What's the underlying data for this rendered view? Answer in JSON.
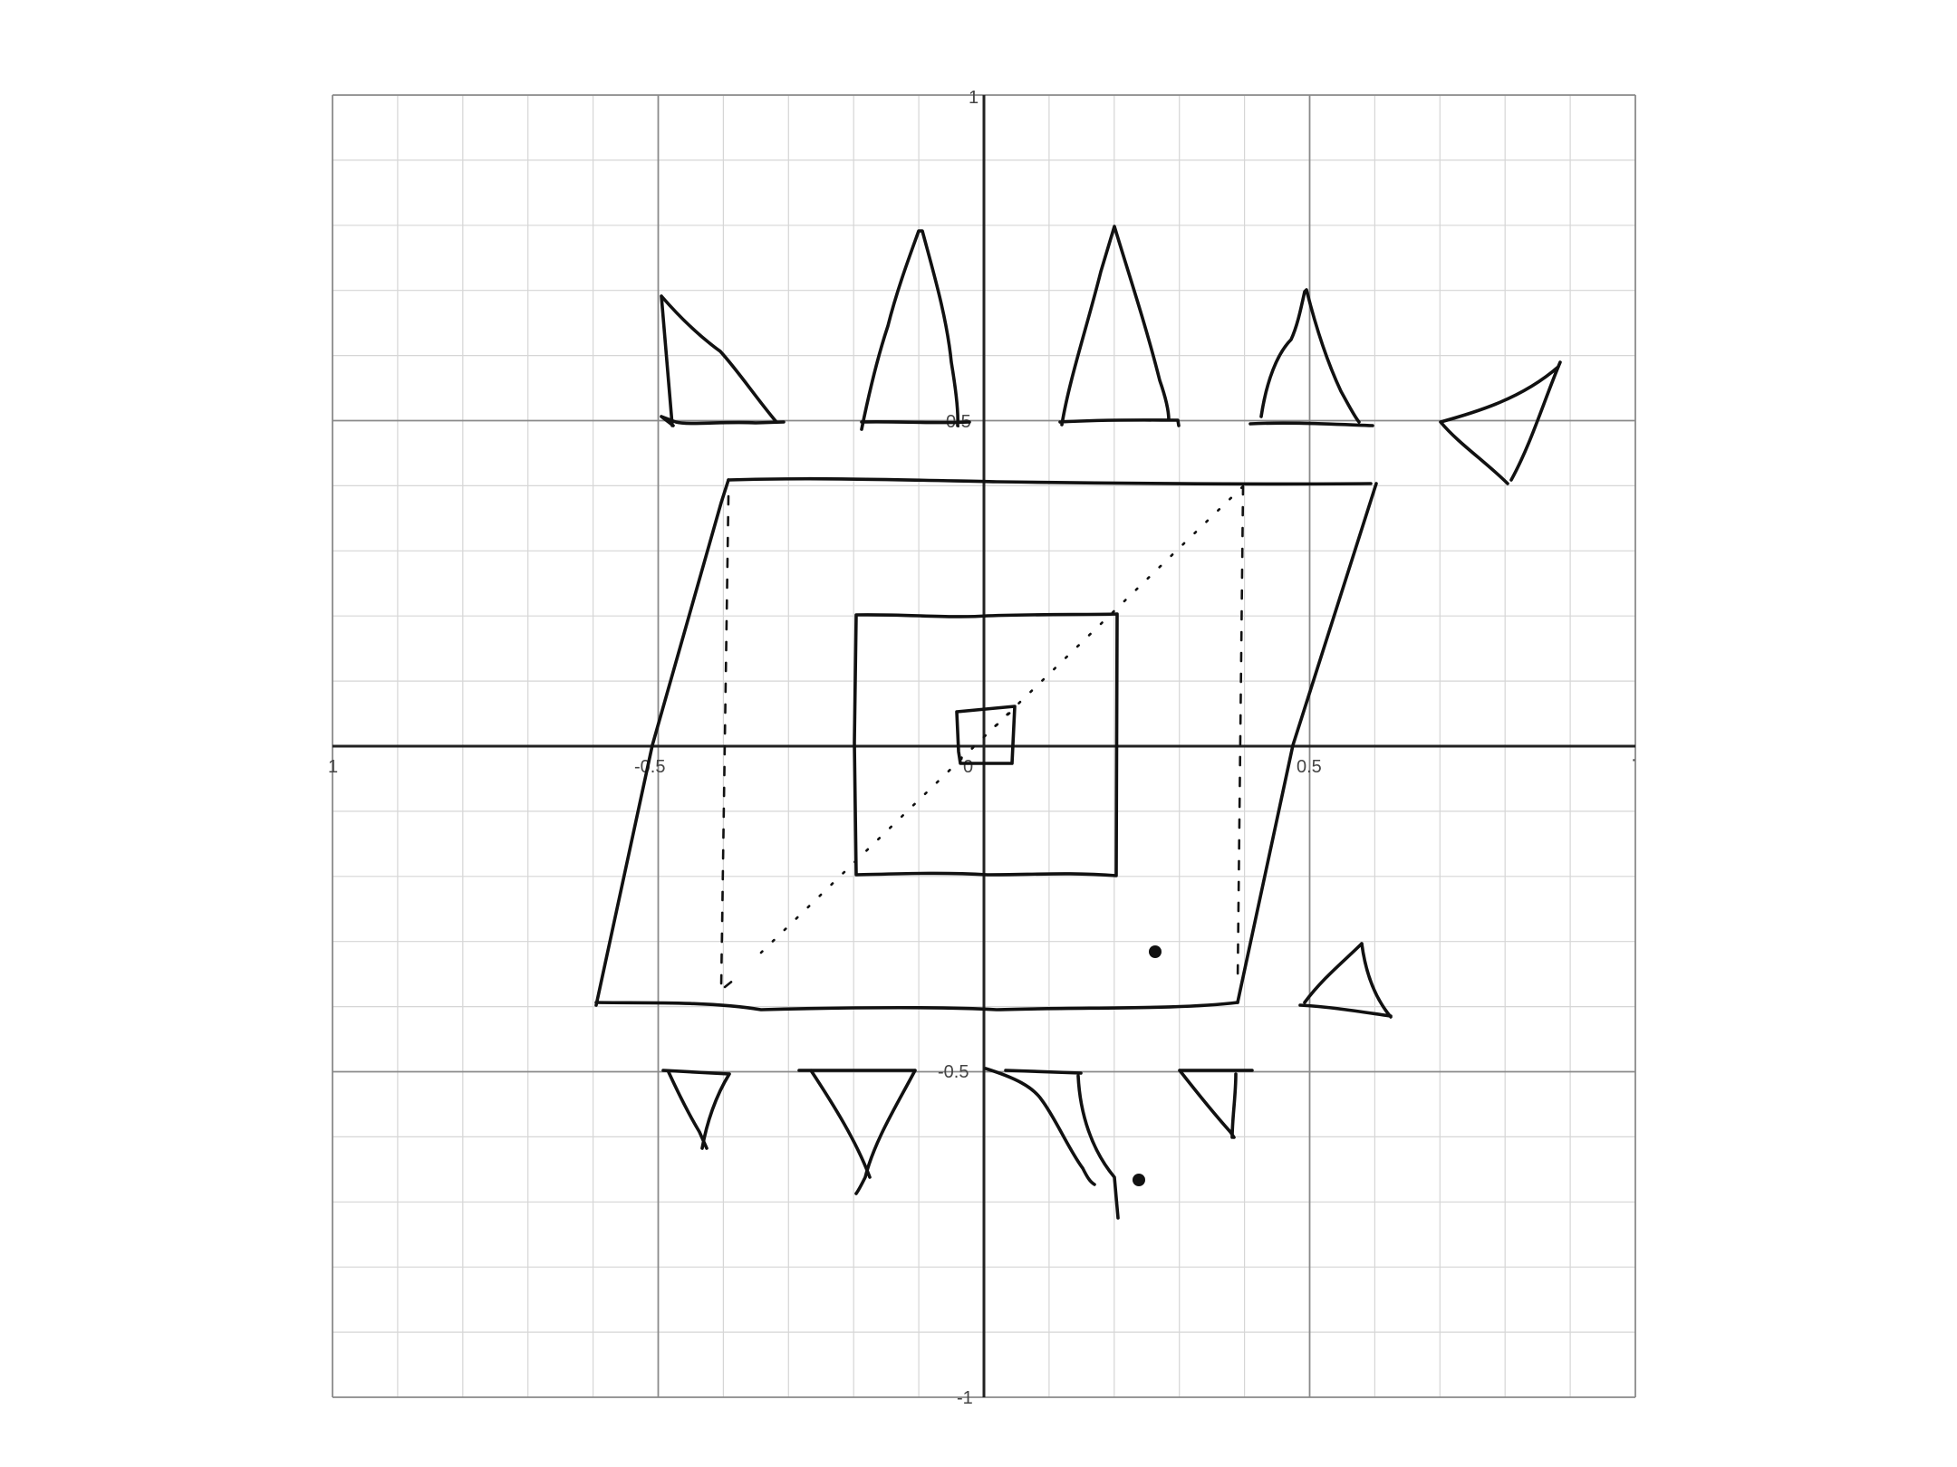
{
  "graph": {
    "x_range": [
      -1,
      1
    ],
    "y_range": [
      -1,
      1
    ],
    "grid_step": 0.1,
    "axis_color": "#222222",
    "major_grid_color": "#8a8a8a",
    "minor_grid_color": "#d6d6d6",
    "ink_color": "#111111"
  },
  "tick_labels": {
    "x_left_end": "1",
    "x_neg_half": "-0.5",
    "origin": "0",
    "x_pos_half": "0.5",
    "x_right_end": "·",
    "y_top": "1",
    "y_pos_half": "0.5",
    "y_neg_half": "-0.5",
    "y_bottom": "-1"
  },
  "sketch": {
    "shapes": [
      "outer-parallelogram",
      "middle-square",
      "inner-small-square",
      "dotted-diagonal",
      "dashed-inner-rectangle",
      "top-triangles",
      "bottom-triangles",
      "side-triangles",
      "dots"
    ]
  }
}
